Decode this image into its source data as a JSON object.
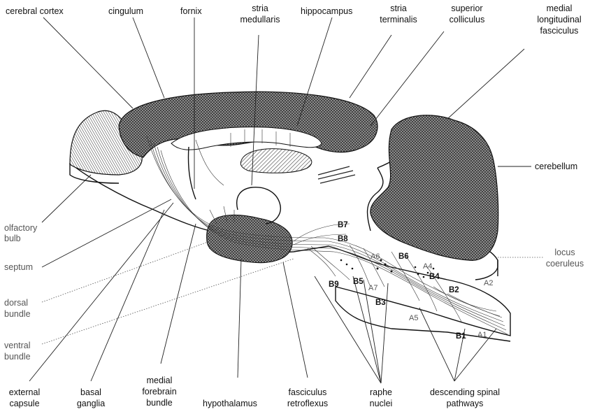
{
  "labels": {
    "cerebral_cortex": "cerebral cortex",
    "cingulum": "cingulum",
    "fornix": "fornix",
    "stria_medullaris": [
      "stria",
      "medullaris"
    ],
    "hippocampus": "hippocampus",
    "stria_terminalis": [
      "stria",
      "terminalis"
    ],
    "superior_colliculus": [
      "superior",
      "colliculus"
    ],
    "medial_longitudinal_fasciculus": [
      "medial",
      "longitudinal",
      "fasciculus"
    ],
    "cerebellum": "cerebellum",
    "olfactory_bulb": [
      "olfactory",
      "bulb"
    ],
    "septum": "septum",
    "dorsal_bundle": [
      "dorsal",
      "bundle"
    ],
    "ventral_bundle": [
      "ventral",
      "bundle"
    ],
    "locus_coeruleus": [
      "locus",
      "coeruleus"
    ],
    "external_capsule": [
      "external",
      "capsule"
    ],
    "basal_ganglia": [
      "basal",
      "ganglia"
    ],
    "medial_forebrain_bundle": [
      "medial",
      "forebrain",
      "bundle"
    ],
    "hypothalamus": "hypothalamus",
    "fasciculus_retroflexus": [
      "fasciculus",
      "retroflexus"
    ],
    "raphe_nuclei": [
      "raphe",
      "nuclei"
    ],
    "descending_spinal_pathways": [
      "descending spinal",
      "pathways"
    ]
  },
  "nuclei": {
    "b7": "B7",
    "b8": "B8",
    "b6": "B6",
    "b9": "B9",
    "b5": "B5",
    "a7": "A7",
    "a6": "A6",
    "a4": "A4",
    "b4": "B4",
    "b2": "B2",
    "a2": "A2",
    "b3": "B3",
    "a5": "A5",
    "b1": "B1",
    "a1": "A1"
  }
}
